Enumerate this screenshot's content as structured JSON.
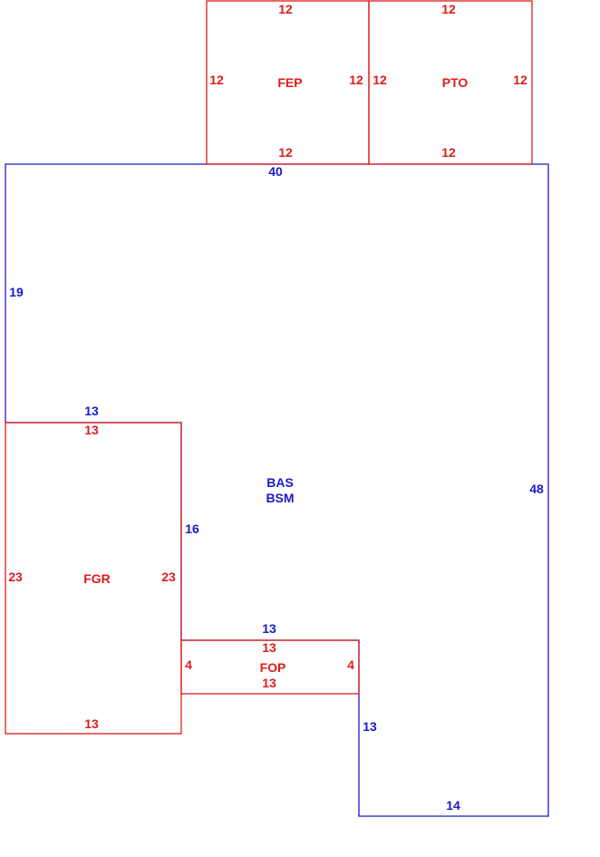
{
  "colors": {
    "addition": "#e01b1b",
    "base": "#1a1ac8"
  },
  "base_area": {
    "labels": [
      "BAS",
      "BSM"
    ],
    "dimensions": {
      "top": "40",
      "left": "19",
      "ledge_top": "13",
      "ledge_side": "16",
      "notch_top": "13",
      "notch_side": "13",
      "bottom": "14",
      "right": "48"
    }
  },
  "areas": {
    "fep": {
      "label": "FEP",
      "top": "12",
      "bottom": "12",
      "left": "12",
      "right": "12"
    },
    "pto": {
      "label": "PTO",
      "top": "12",
      "bottom": "12",
      "left": "12",
      "right": "12"
    },
    "fgr": {
      "label": "FGR",
      "top": "13",
      "bottom": "13",
      "left": "23",
      "right": "23"
    },
    "fop": {
      "label": "FOP",
      "top": "13",
      "bottom": "13",
      "left": "4",
      "right": "4"
    }
  }
}
